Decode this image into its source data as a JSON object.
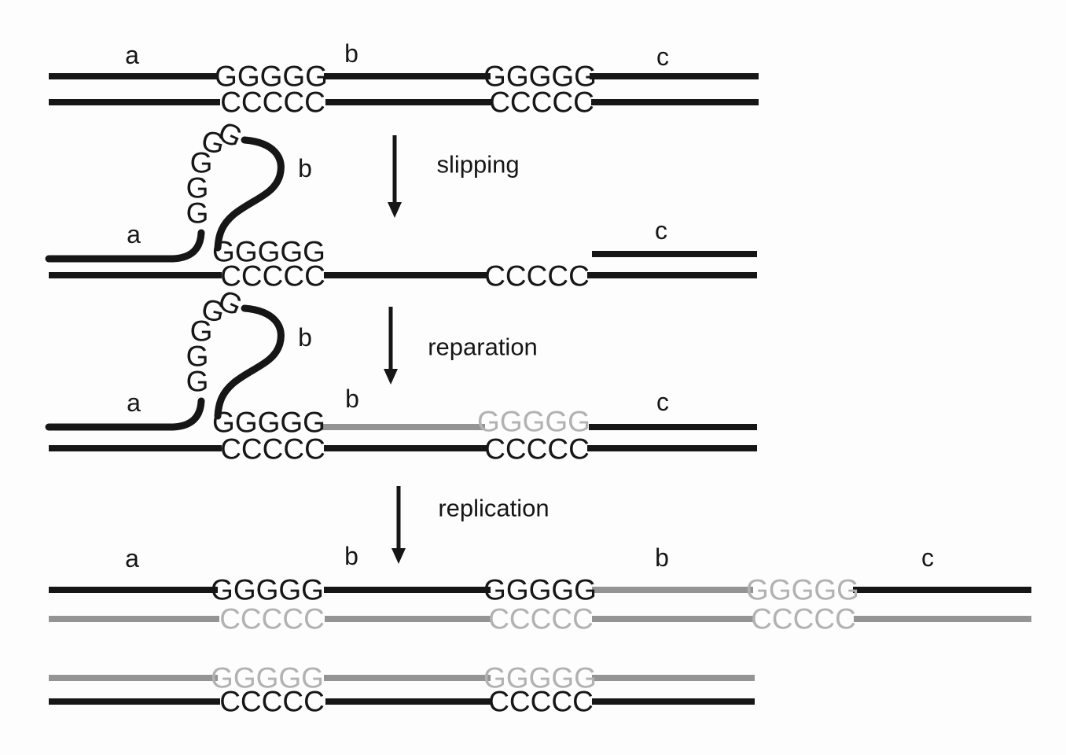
{
  "colors": {
    "strand-black": "#161616",
    "strand-gray": "#949494",
    "strand-light": "#b2b2b2",
    "background": "#fdfdfd"
  },
  "sequences": {
    "g_repeat": "GGGGG",
    "c_repeat": "CCCCC"
  },
  "region_labels": {
    "a": "a",
    "b": "b",
    "c": "c"
  },
  "loop": {
    "bases": [
      "G",
      "G",
      "G",
      "G",
      "G"
    ]
  },
  "steps": {
    "slipping": "slipping",
    "reparation": "reparation",
    "replication": "replication"
  }
}
